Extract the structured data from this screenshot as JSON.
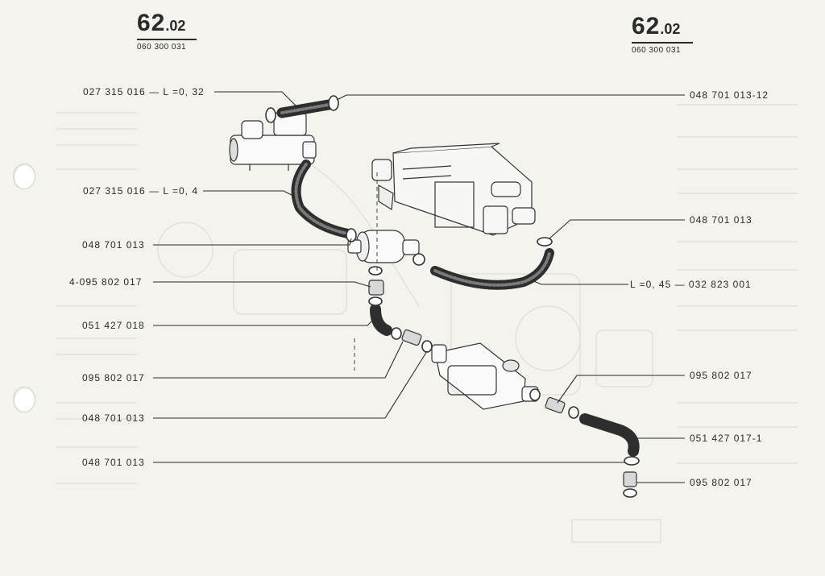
{
  "header": {
    "left": {
      "number": "62",
      "suffix": ".02",
      "code": "060 300 031"
    },
    "right": {
      "number": "62",
      "suffix": ".02",
      "code": "060 300 031"
    }
  },
  "callouts": {
    "hose_upper": "027 315 016 — L =0, 32",
    "clip_top_right": "048 701 013-12",
    "hose_left": "027 315 016 — L =0, 4",
    "clip_right_upper": "048 701 013",
    "clip_left_1": "048 701 013",
    "hose_right_long": "L =0, 45 — 032 823 001",
    "sleeve_left": "4-095 802 017",
    "elbow_left": "051 427 018",
    "sleeve_left_2": "095 802 017",
    "clip_left_2": "048 701 013",
    "sleeve_right": "095 802 017",
    "elbow_right": "051 427 017-1",
    "clip_bottom": "048 701 013",
    "sleeve_bottom": "095 802 017"
  }
}
